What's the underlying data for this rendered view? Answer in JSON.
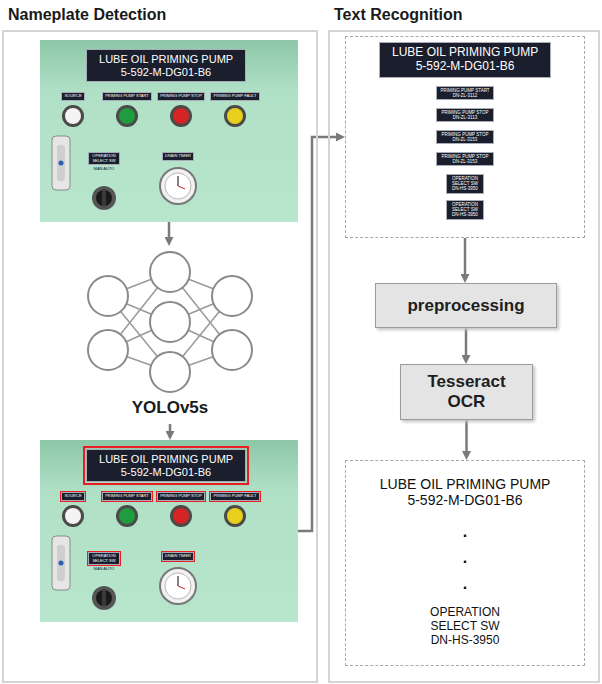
{
  "diagram": {
    "nodes": [
      {
        "text": [
          "Nameplate Detection"
        ]
      },
      {
        "text": [
          "LUBE OIL PRIMING PUMP 5-592-M-DG01-B6",
          "SOURCE",
          "PRIMING PUMP START",
          "PRIMING PUMP STOP",
          "PRIMING PUMP FAULT",
          "OPERATION SELECT SW",
          "MAN AUTO",
          "DRAIN TIMER"
        ],
        "in": 0
      },
      {
        "text": [
          "YOLOv5s"
        ],
        "in": 0
      },
      {
        "text": [
          "LUBE OIL PRIMING PUMP 5-592-M-DG01-B6",
          "SOURCE",
          "PRIMING PUMP START",
          "PRIMING PUMP STOP",
          "PRIMING PUMP FAULT",
          "OPERATION SELECT SW",
          "MAN AUTO",
          "DRAIN TIMER"
        ],
        "in": 0
      },
      {
        "text": [
          "Text Recognition"
        ]
      },
      {
        "text": [
          "LUBE OIL PRIMING PUMP 5-592-M-DG01-B6",
          "PRIMING PUMP START DN-ZL-3112",
          "PRIMING PUMP STOP DN-ZL-3113",
          "PRIMING PUMP STOP DN-ZL-3153",
          "PRIMING PUMP STOP DN-ZL-3153",
          "OPERATION SELECT SW DN-HS-3950",
          "OPERATION SELECT SW DN-HS-3950"
        ],
        "in": 4
      },
      {
        "text": [
          "preprocessing"
        ],
        "in": 4
      },
      {
        "text": [
          "Tesseract OCR"
        ],
        "in": 4
      },
      {
        "text": [
          "LUBE OIL PRIMING PUMP 5-592-M-DG01-B6",
          ".",
          ".",
          ".",
          "OPERATION SELECT SW DN-HS-3950"
        ],
        "in": 4
      }
    ],
    "edges": [
      {
        "from": 1,
        "to": 2,
        "arrow": "to"
      },
      {
        "from": 2,
        "to": 3,
        "arrow": "to"
      },
      {
        "from": 3,
        "to": 5,
        "arrow": "to"
      },
      {
        "from": 5,
        "to": 6,
        "arrow": "to"
      },
      {
        "from": 6,
        "to": 7,
        "arrow": "to"
      },
      {
        "from": 7,
        "to": 8,
        "arrow": "to"
      }
    ]
  }
}
